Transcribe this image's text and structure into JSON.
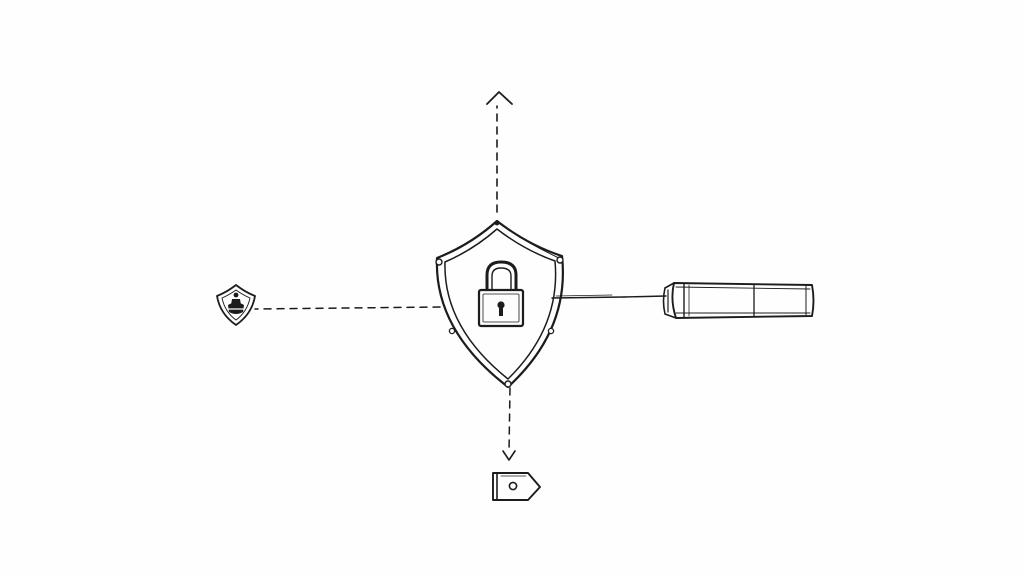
{
  "diagram": {
    "style": "hand-drawn sketch",
    "ink_color": "#1c1c1c",
    "shield_fill": "#fdfdfd",
    "nodes": [
      {
        "id": "central-shield",
        "icon": "shield-with-padlock-icon"
      },
      {
        "id": "small-shield",
        "icon": "shield-with-figure-icon"
      },
      {
        "id": "cylinder",
        "icon": "cylinder-device-icon"
      },
      {
        "id": "tag",
        "icon": "tag-icon"
      }
    ],
    "connectors": [
      {
        "from": "central-shield",
        "to": "top-arrow",
        "line": "dashed",
        "head": "open-arrow"
      },
      {
        "from": "central-shield",
        "to": "small-shield",
        "line": "dashed",
        "head": "none"
      },
      {
        "from": "central-shield",
        "to": "cylinder",
        "line": "solid",
        "head": "none"
      },
      {
        "from": "central-shield",
        "to": "tag",
        "line": "dashed",
        "head": "arrow"
      }
    ]
  }
}
